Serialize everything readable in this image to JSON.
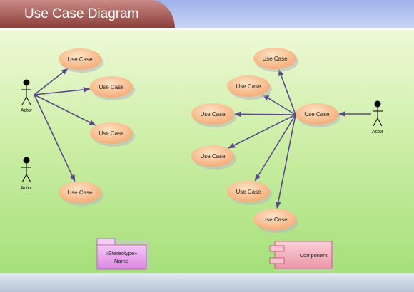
{
  "header": {
    "title": "Use Case Diagram"
  },
  "colors": {
    "connector": "#5a4a8a",
    "usecase_fill": "#f8b888",
    "package_fill": "#e9a0ec",
    "component_fill": "#f2a7b5"
  },
  "actors": [
    {
      "id": "actor-1",
      "label": "Actor"
    },
    {
      "id": "actor-2",
      "label": "Actor"
    },
    {
      "id": "actor-3",
      "label": "Actor"
    }
  ],
  "use_cases": [
    {
      "id": "uc-1",
      "label": "Use Case"
    },
    {
      "id": "uc-2",
      "label": "Use Case"
    },
    {
      "id": "uc-3",
      "label": "Use Case"
    },
    {
      "id": "uc-4",
      "label": "Use Case"
    },
    {
      "id": "uc-5",
      "label": "Use Case"
    },
    {
      "id": "uc-6",
      "label": "Use Case"
    },
    {
      "id": "uc-7",
      "label": "Use Case"
    },
    {
      "id": "uc-8",
      "label": "Use Case"
    },
    {
      "id": "uc-9",
      "label": "Use Case"
    },
    {
      "id": "uc-10",
      "label": "Use Case"
    },
    {
      "id": "uc-11",
      "label": "Use Case"
    }
  ],
  "package": {
    "stereotype": "«Stereotype»",
    "name": "Name"
  },
  "component": {
    "label": "Component"
  },
  "connections": [
    {
      "from": "actor-1",
      "to": "uc-1"
    },
    {
      "from": "actor-1",
      "to": "uc-2"
    },
    {
      "from": "actor-1",
      "to": "uc-3"
    },
    {
      "from": "actor-1",
      "to": "uc-4"
    },
    {
      "from": "actor-3",
      "to": "uc-5"
    },
    {
      "from": "uc-5",
      "to": "uc-6"
    },
    {
      "from": "uc-5",
      "to": "uc-7"
    },
    {
      "from": "uc-5",
      "to": "uc-8"
    },
    {
      "from": "uc-5",
      "to": "uc-9"
    },
    {
      "from": "uc-5",
      "to": "uc-10"
    },
    {
      "from": "uc-5",
      "to": "uc-11"
    }
  ]
}
